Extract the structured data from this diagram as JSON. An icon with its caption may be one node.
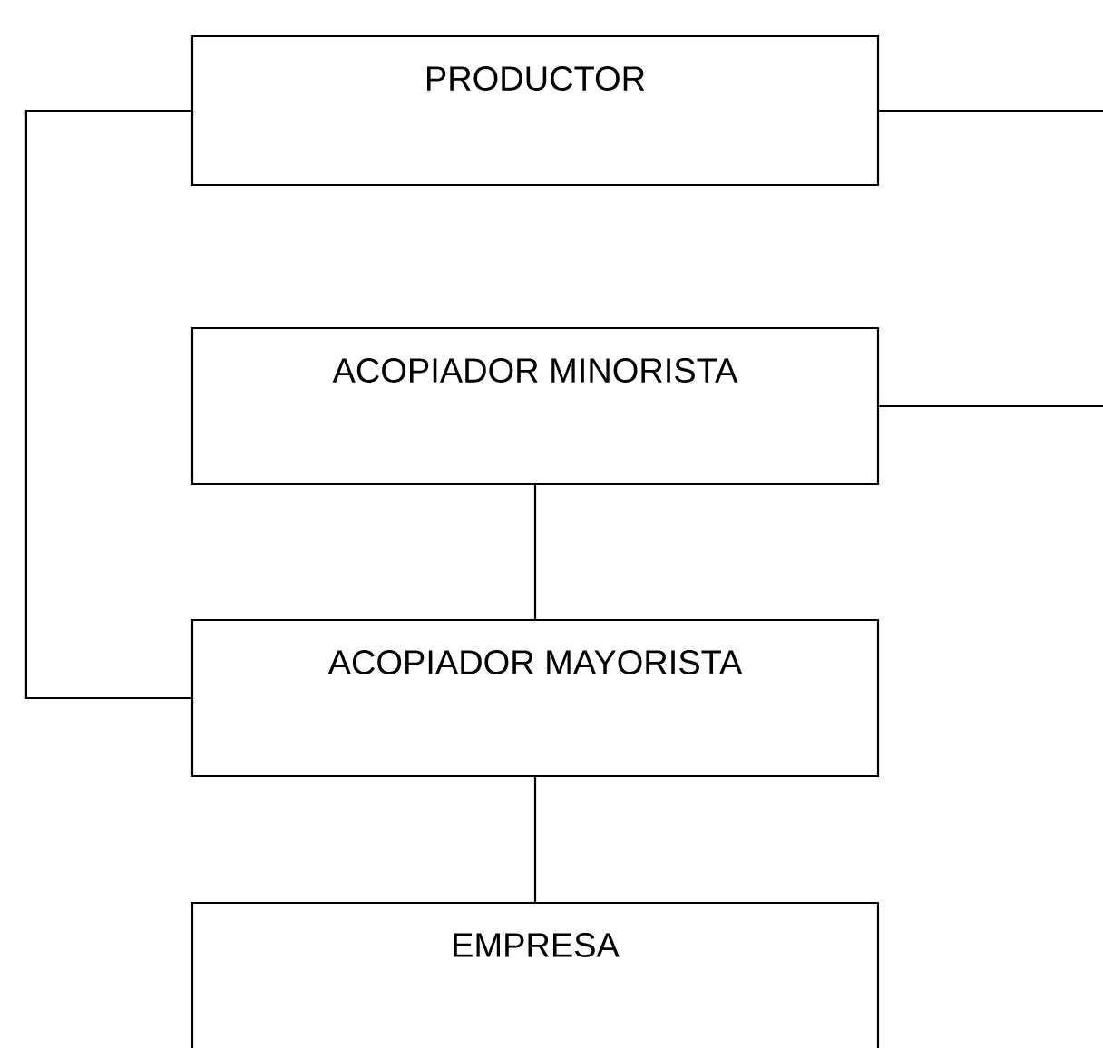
{
  "diagram": {
    "nodes": [
      {
        "text": [
          "PRODUCTOR"
        ]
      },
      {
        "text": [
          "ACOPIADOR MINORISTA"
        ]
      },
      {
        "text": [
          "ACOPIADOR MAYORISTA"
        ]
      },
      {
        "text": [
          "EMPRESA"
        ]
      }
    ],
    "edges": [
      {
        "from": 0,
        "to": 2,
        "arrow": "none"
      },
      {
        "from": 0,
        "to": null,
        "arrow": "none"
      },
      {
        "from": 1,
        "to": null,
        "arrow": "none"
      },
      {
        "from": 1,
        "to": 2,
        "arrow": "none"
      },
      {
        "from": 2,
        "to": 3,
        "arrow": "none"
      }
    ]
  }
}
